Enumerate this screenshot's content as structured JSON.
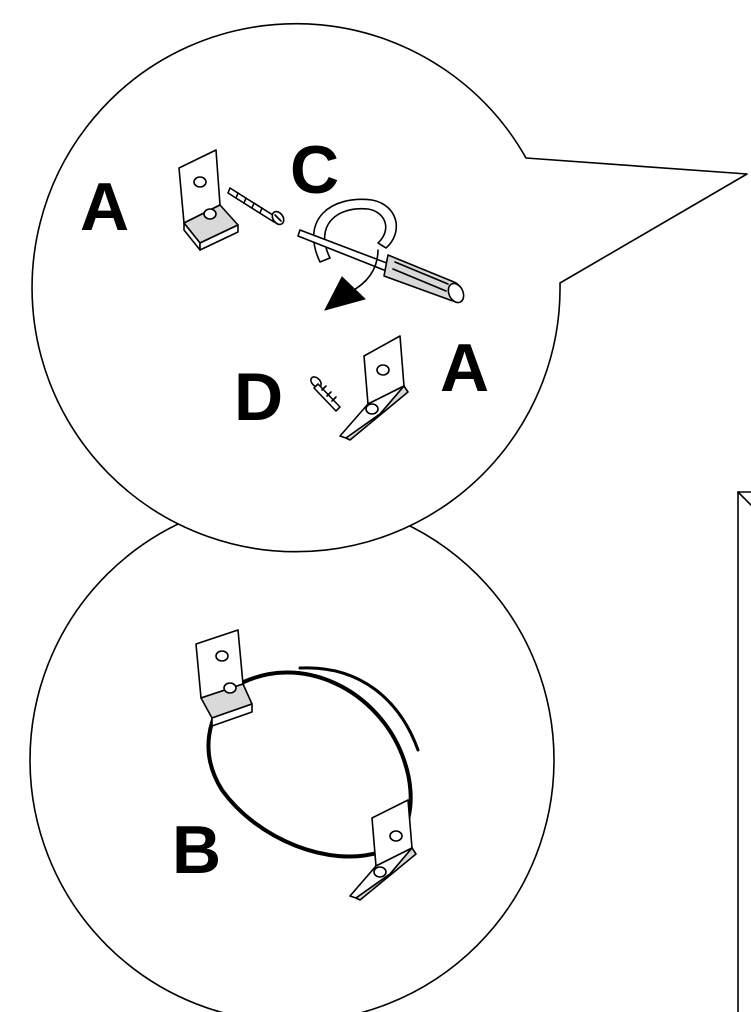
{
  "labels": {
    "a_top": "A",
    "c": "C",
    "a_right": "A",
    "d": "D",
    "b": "B"
  }
}
